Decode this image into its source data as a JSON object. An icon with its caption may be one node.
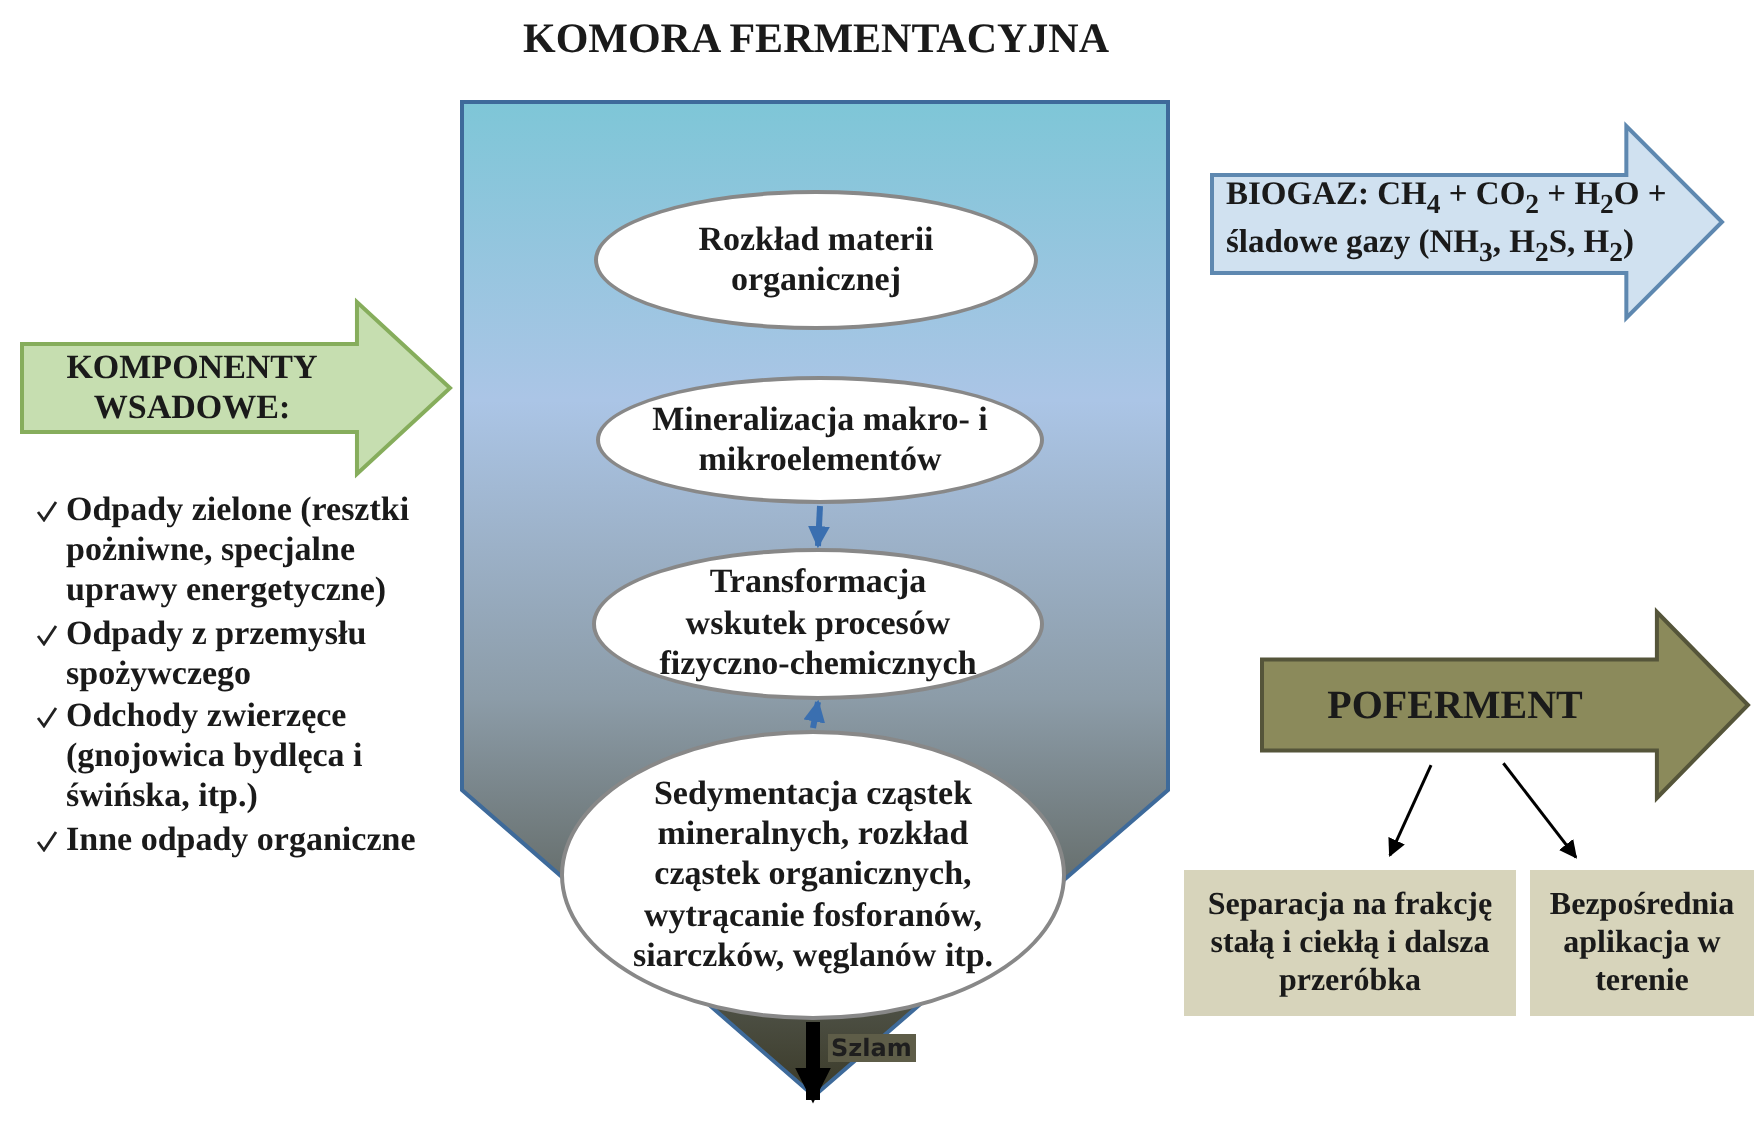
{
  "diagram": {
    "nodes": [
      {
        "text": [
          "KOMORA FERMENTACYJNA"
        ]
      },
      {
        "text": [
          "KOMPONENTY WSADOWE:"
        ],
        "beside": [
          "Odpady zielone (resztki pożniwne, specjalne uprawy energetyczne)",
          "Odpady z przemysłu spożywczego",
          "Odchody zwierzęce (gnojowica bydlęca i świńska, itp.)",
          "Inne odpady organiczne"
        ]
      },
      {
        "text": [
          "Rozkład materii organicznej"
        ],
        "in": 0
      },
      {
        "text": [
          "Mineralizacja makro- i mikroelementów"
        ],
        "in": 0
      },
      {
        "text": [
          "Transformacja wskutek procesów fizyczno-chemicznych"
        ],
        "in": 0
      },
      {
        "text": [
          "Sedymentacja cząstek mineralnych, rozkład cząstek organicznych,  wytrącanie fosforanów, siarczków, węglanów itp."
        ],
        "in": 0
      },
      {
        "text": [
          "BIOGAZ: CH$_{4}$ + CO$_{2}$ + H$_{2}$O + śladowe gazy (NH$_{3}$, H$_{2}$S, H$_{2}$)"
        ]
      },
      {
        "text": [
          "POFERMENT"
        ]
      },
      {
        "text": [
          "Separacja na frakcję stałą i ciekłą i dalsza przeróbka"
        ]
      },
      {
        "text": [
          "Bezpośrednia aplikacja w terenie"
        ]
      }
    ],
    "edges": [
      {
        "from": 3,
        "to": 4,
        "arrow": "to",
        "color": "#3a6fb0"
      },
      {
        "from": 5,
        "to": 4,
        "arrow": "to",
        "color": "#3a6fb0"
      },
      {
        "from": 5,
        "to": null,
        "label": "Szlam",
        "arrow": "to",
        "style": "thick"
      },
      {
        "from": 7,
        "to": 8,
        "arrow": "to"
      },
      {
        "from": 7,
        "to": 9,
        "arrow": "to"
      }
    ]
  }
}
